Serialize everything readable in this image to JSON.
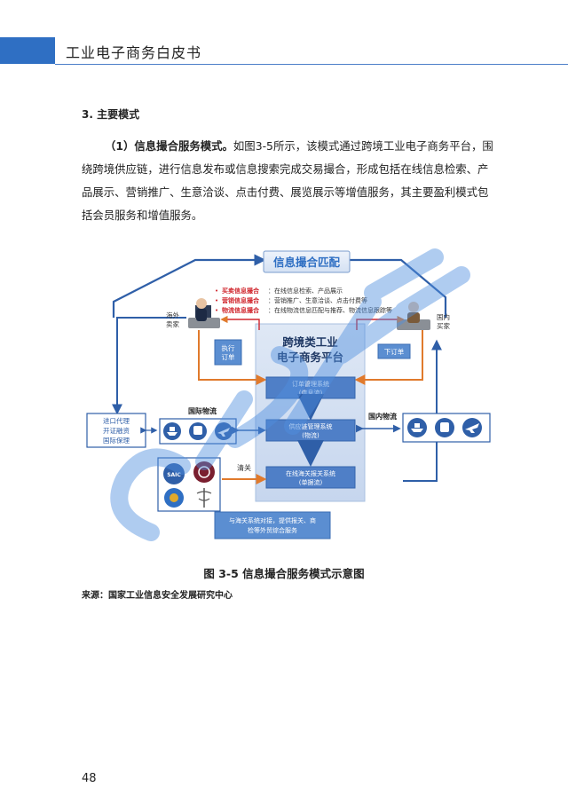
{
  "header": {
    "title": "工业电子商务白皮书"
  },
  "section": {
    "heading": "3. 主要模式"
  },
  "paragraph": {
    "lead": "（1）信息撮合服务模式。",
    "body": "如图3-5所示，该模式通过跨境工业电子商务平台，围绕跨境供应链，进行信息发布或信息搜索完成交易撮合，形成包括在线信息检索、产品展示、营销推广、生意洽谈、点击付费、展览展示等增值服务，其主要盈利模式包括会员服务和增值服务。"
  },
  "figure": {
    "top_banner": "信息撮合匹配",
    "services": [
      {
        "name": "买卖信息撮合",
        "desc": "：在线信息检索、产品展示"
      },
      {
        "name": "营销信息撮合",
        "desc": "：营销推广、生意洽谈、点击付费等"
      },
      {
        "name": "物流信息撮合",
        "desc": "：在线物流信息匹配与推荐、物流信息跟踪等"
      }
    ],
    "overseas_seller": [
      "海外",
      "卖家"
    ],
    "domestic_buyer": [
      "国内",
      "买家"
    ],
    "platform_title": [
      "跨境类工业",
      "电子商务平台"
    ],
    "execute_order": [
      "执行",
      "订单"
    ],
    "place_order": "下订单",
    "systems": [
      [
        "订单管理系统",
        "(信息流)"
      ],
      [
        "供应链管理系统",
        "(物流)"
      ],
      [
        "在线海关报关系统",
        "(单据流)"
      ]
    ],
    "intl_logistics": "国际物流",
    "domestic_logistics": "国内物流",
    "finance_box": [
      "进口代理",
      "开证融资",
      "国际保理"
    ],
    "customs_clear": "清关",
    "customs_note": [
      "与海关系统对接，提供报关、商",
      "检等外贸综合服务"
    ],
    "icon_labels": {
      "saic": "SAIC"
    }
  },
  "caption": "图 3-5 信息撮合服务模式示意图",
  "source": "来源：国家工业信息安全发展研究中心",
  "page_number": "48",
  "colors": {
    "accent": "#2f6fc3",
    "orange": "#e07a2c",
    "red": "#d0262d"
  }
}
